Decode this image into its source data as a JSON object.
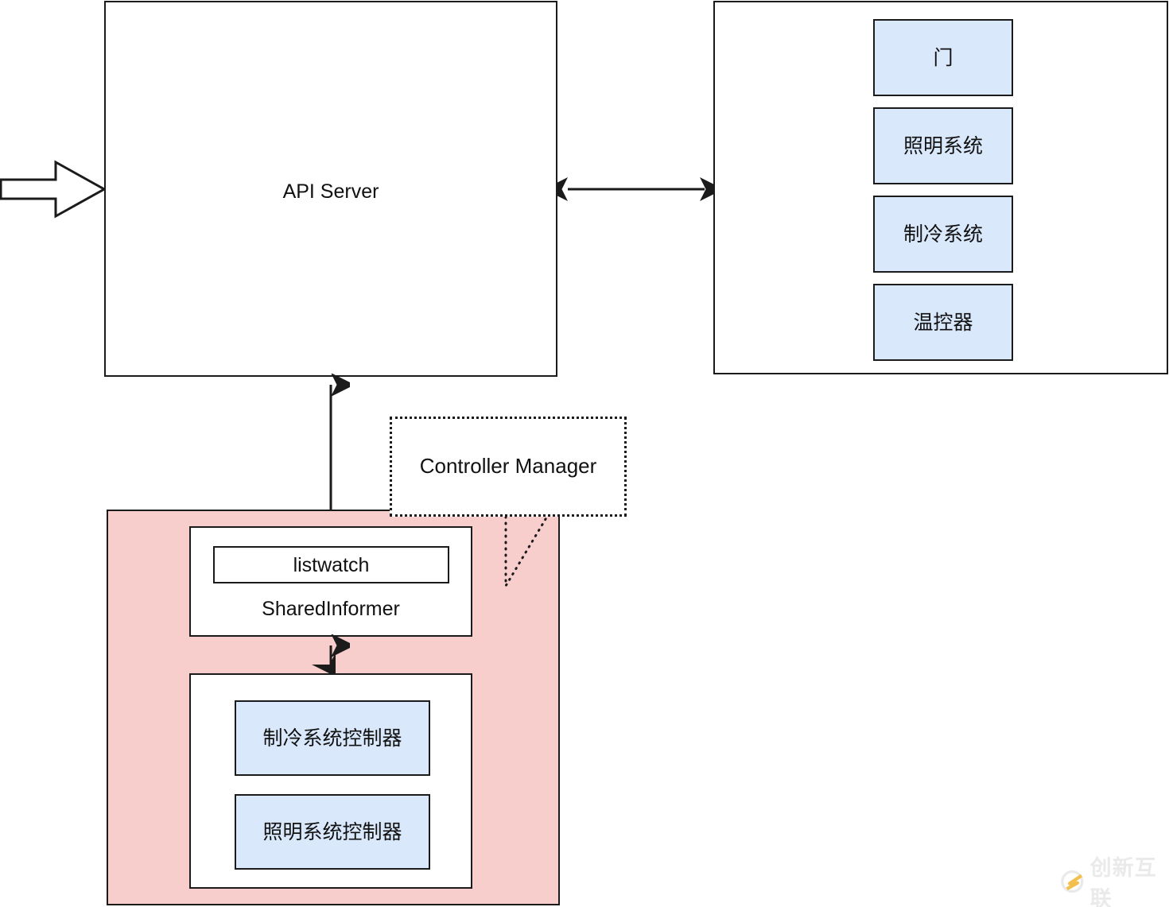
{
  "diagram": {
    "title": "Kubernetes-style Controller Manager architecture",
    "colors": {
      "blue_fill": "#dae8fc",
      "pink_fill": "#f8cecc",
      "stroke": "#1b1b1b",
      "white_fill": "#ffffff"
    }
  },
  "api_server": {
    "label": "API Server"
  },
  "devices_panel": {
    "items": [
      {
        "label": "门"
      },
      {
        "label": "照明系统"
      },
      {
        "label": "制冷系统"
      },
      {
        "label": "温控器"
      }
    ]
  },
  "callout": {
    "label": "Controller Manager"
  },
  "controller_manager": {
    "shared_informer": {
      "listwatch_label": "listwatch",
      "label": "SharedInformer"
    },
    "controllers": [
      {
        "label": "制冷系统控制器"
      },
      {
        "label": "照明系统控制器"
      }
    ]
  },
  "arrows": {
    "inbound": "inbound-block-arrow",
    "api_to_devices": "bidirectional-arrow",
    "api_to_informer": "bidirectional-arrow",
    "informer_to_controllers": "bidirectional-arrow"
  },
  "watermark": {
    "text": "创新互联"
  }
}
